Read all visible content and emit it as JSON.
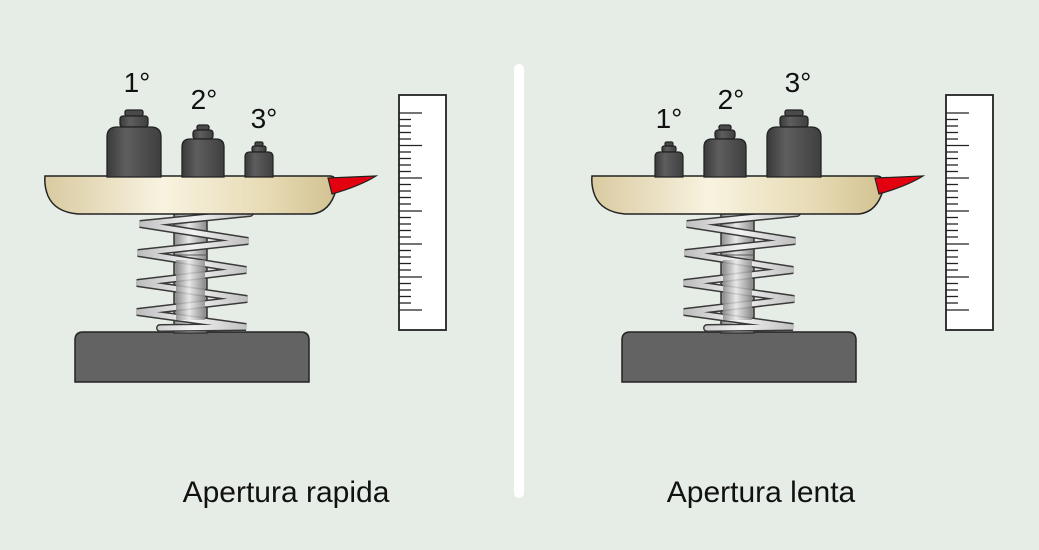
{
  "colors": {
    "background": "#e6ede6",
    "divider": "#ffffff",
    "weight": "#4d4d4d",
    "base": "#636363",
    "pointer": "#e3000f",
    "plate_light": "#f7f1dc",
    "plate_dark": "#d7c79a"
  },
  "panels": [
    {
      "caption": "Apertura rapida",
      "weights": [
        {
          "label": "1°",
          "size": "large"
        },
        {
          "label": "2°",
          "size": "medium"
        },
        {
          "label": "3°",
          "size": "small"
        }
      ]
    },
    {
      "caption": "Apertura lenta",
      "weights": [
        {
          "label": "1°",
          "size": "small"
        },
        {
          "label": "2°",
          "size": "medium"
        },
        {
          "label": "3°",
          "size": "large"
        }
      ]
    }
  ]
}
